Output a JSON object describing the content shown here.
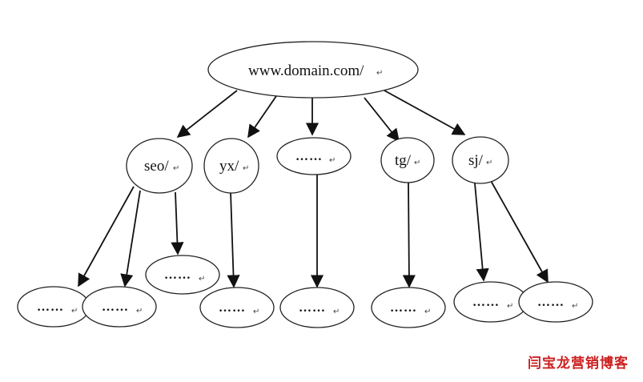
{
  "diagram": {
    "root": {
      "label": "www.domain.com/",
      "mark": "↵"
    },
    "level1": [
      {
        "id": "seo",
        "label": "seo/",
        "mark": "↵"
      },
      {
        "id": "yx",
        "label": "yx/",
        "mark": "↵"
      },
      {
        "id": "dots",
        "label": "……",
        "mark": "↵"
      },
      {
        "id": "tg",
        "label": "tg/",
        "mark": "↵"
      },
      {
        "id": "sj",
        "label": "sj/",
        "mark": "↵"
      }
    ],
    "leaf_label": "……",
    "leaf_mark": "↵"
  },
  "watermark": "闫宝龙营销博客"
}
